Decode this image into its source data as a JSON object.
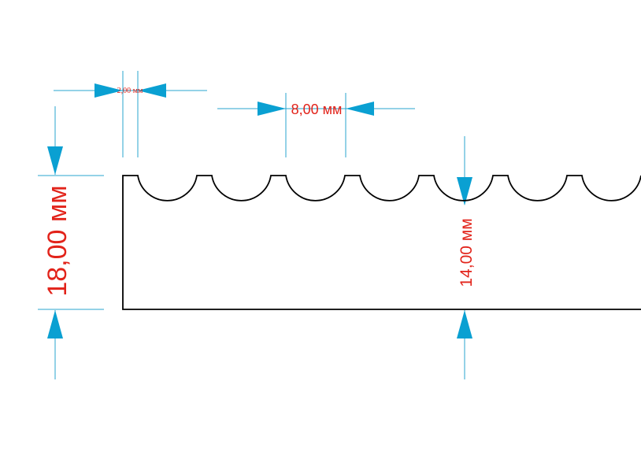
{
  "dimensions": {
    "total_height": "18,00 мм",
    "base_height": "14,00 мм",
    "tooth_width": "2,00 мм",
    "pitch": "8,00 мм"
  },
  "colors": {
    "profile": "#000000",
    "dimension_line": "#29a6cf",
    "arrow": "#0aa0d2",
    "dimension_text": "#e2231a"
  }
}
